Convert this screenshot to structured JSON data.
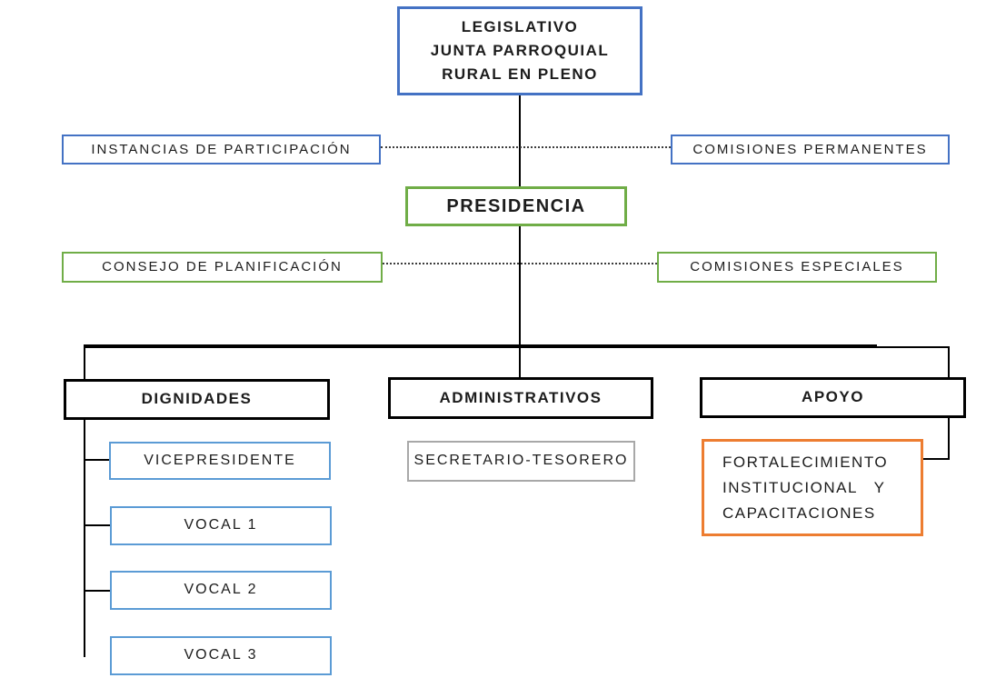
{
  "colors": {
    "blue": "#4472C4",
    "green": "#70AD47",
    "light_blue": "#5B9BD5",
    "orange": "#ED7D31",
    "gray": "#A8A8A8",
    "line_black": "#000000"
  },
  "nodes": {
    "legislativo": {
      "lines": [
        "LEGISLATIVO",
        "JUNTA PARROQUIAL",
        "RURAL EN PLENO"
      ]
    },
    "instancias_participacion": {
      "label": "INSTANCIAS DE PARTICIPACIÓN"
    },
    "comisiones_permanentes": {
      "label": "COMISIONES PERMANENTES"
    },
    "presidencia": {
      "label": "PRESIDENCIA"
    },
    "consejo_planificacion": {
      "label": "CONSEJO DE PLANIFICACIÓN"
    },
    "comisiones_especiales": {
      "label": "COMISIONES ESPECIALES"
    },
    "dignidades": {
      "label": "DIGNIDADES"
    },
    "administrativos": {
      "label": "ADMINISTRATIVOS"
    },
    "apoyo": {
      "label": "APOYO"
    },
    "vicepresidente": {
      "label": "VICEPRESIDENTE"
    },
    "vocal_1": {
      "label": "VOCAL 1"
    },
    "vocal_2": {
      "label": "VOCAL 2"
    },
    "vocal_3": {
      "label": "VOCAL 3"
    },
    "secretario_tesorero": {
      "label": "SECRETARIO-TESORERO"
    },
    "fortalecimiento": {
      "lines": [
        "FORTALECIMIENTO",
        "INSTITUCIONAL   Y",
        "CAPACITACIONES"
      ]
    }
  }
}
